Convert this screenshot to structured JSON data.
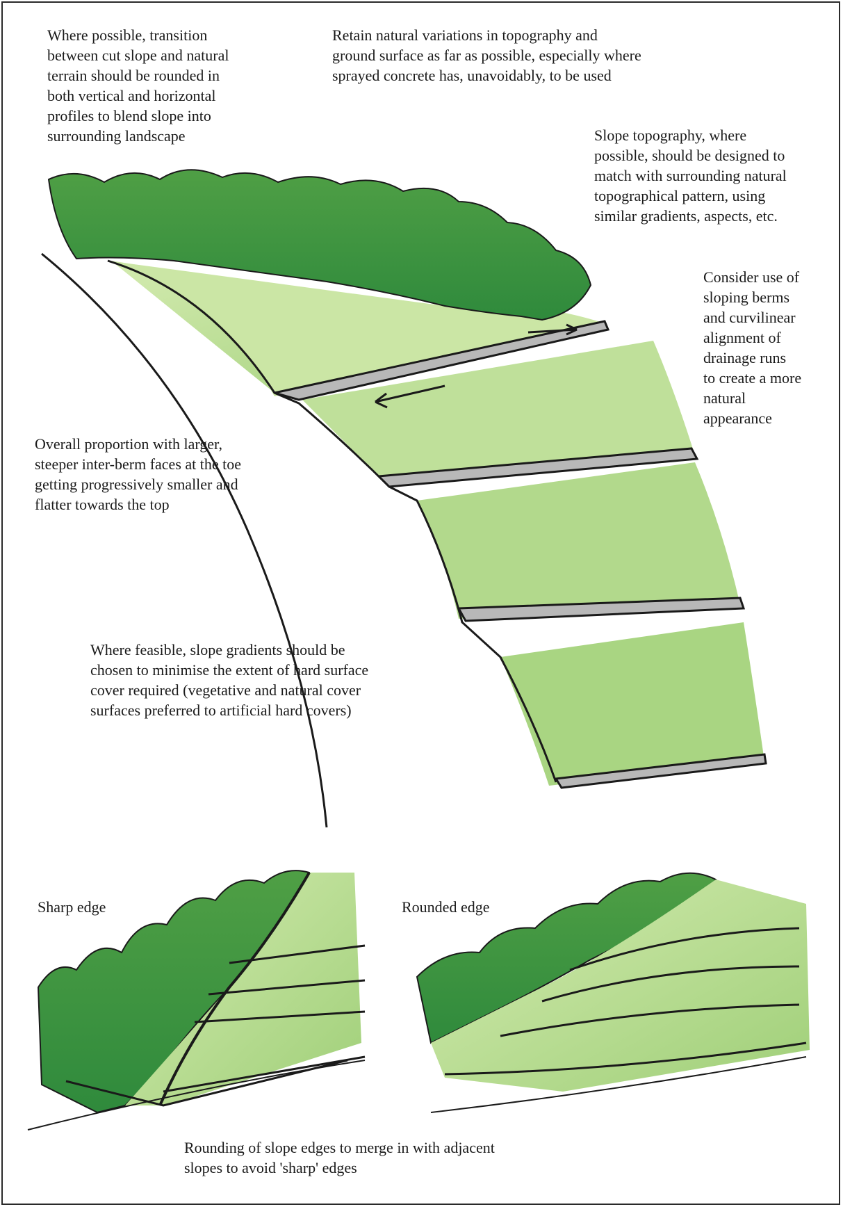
{
  "annotations": {
    "top_left": [
      "Where possible, transition",
      "between cut slope and natural",
      "terrain should be rounded in",
      "both vertical and horizontal",
      "profiles to blend slope into",
      "surrounding landscape"
    ],
    "top_center": [
      "Retain natural variations in topography and",
      "ground surface as far as possible, especially where",
      "sprayed concrete has, unavoidably, to be used"
    ],
    "top_right": [
      "Slope topography, where",
      "possible, should be designed to",
      "match with surrounding natural",
      "topographical pattern, using",
      "similar gradients, aspects, etc."
    ],
    "right_middle": [
      "Consider use of",
      "sloping berms",
      "and curvilinear",
      "alignment of",
      "drainage runs",
      "to create a more",
      "natural",
      "appearance"
    ],
    "left_middle": [
      "Overall proportion with larger,",
      "steeper inter-berm faces at the toe",
      "getting progressively smaller and",
      "flatter towards the top"
    ],
    "center": [
      "Where feasible, slope gradients should be",
      "chosen to minimise the extent of hard surface",
      "cover required (vegetative and natural cover",
      "surfaces preferred to artificial hard covers)"
    ],
    "sharp_edge_label": "Sharp edge",
    "rounded_edge_label": "Rounded edge",
    "bottom": [
      "Rounding of slope edges to merge in with adjacent",
      "slopes to avoid 'sharp' edges"
    ]
  },
  "colors": {
    "vegetation_dark": "#2f8a3c",
    "vegetation_mid": "#5fae4a",
    "grass_light": "#b9dc8c",
    "berm_grey": "#b8b8b8",
    "ink": "#1a1a1a"
  },
  "icons": [
    "direction-arrow-icon"
  ]
}
